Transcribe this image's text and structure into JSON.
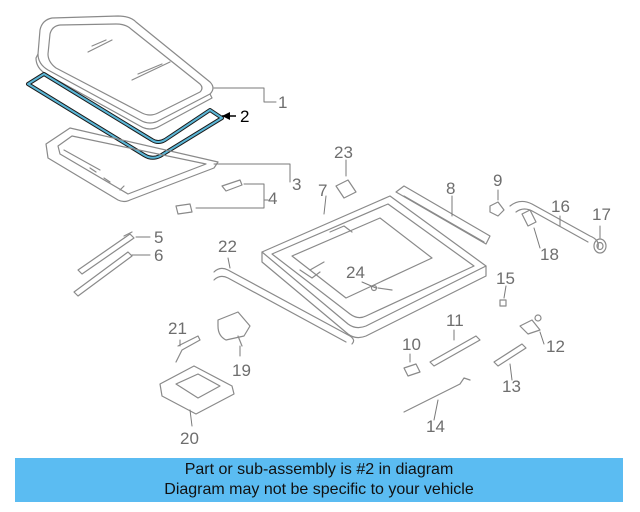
{
  "diagram": {
    "highlight_color": "#5bb6d6",
    "line_color": "#8a8a8a",
    "callouts": [
      "1",
      "2",
      "3",
      "4",
      "5",
      "6",
      "7",
      "8",
      "9",
      "10",
      "11",
      "12",
      "13",
      "14",
      "15",
      "16",
      "17",
      "18",
      "19",
      "20",
      "21",
      "22",
      "23",
      "24"
    ]
  },
  "banner": {
    "line1": "Part or sub-assembly is #2 in diagram",
    "line2": "Diagram may not be specific to your vehicle",
    "background": "#5bbcf2"
  }
}
